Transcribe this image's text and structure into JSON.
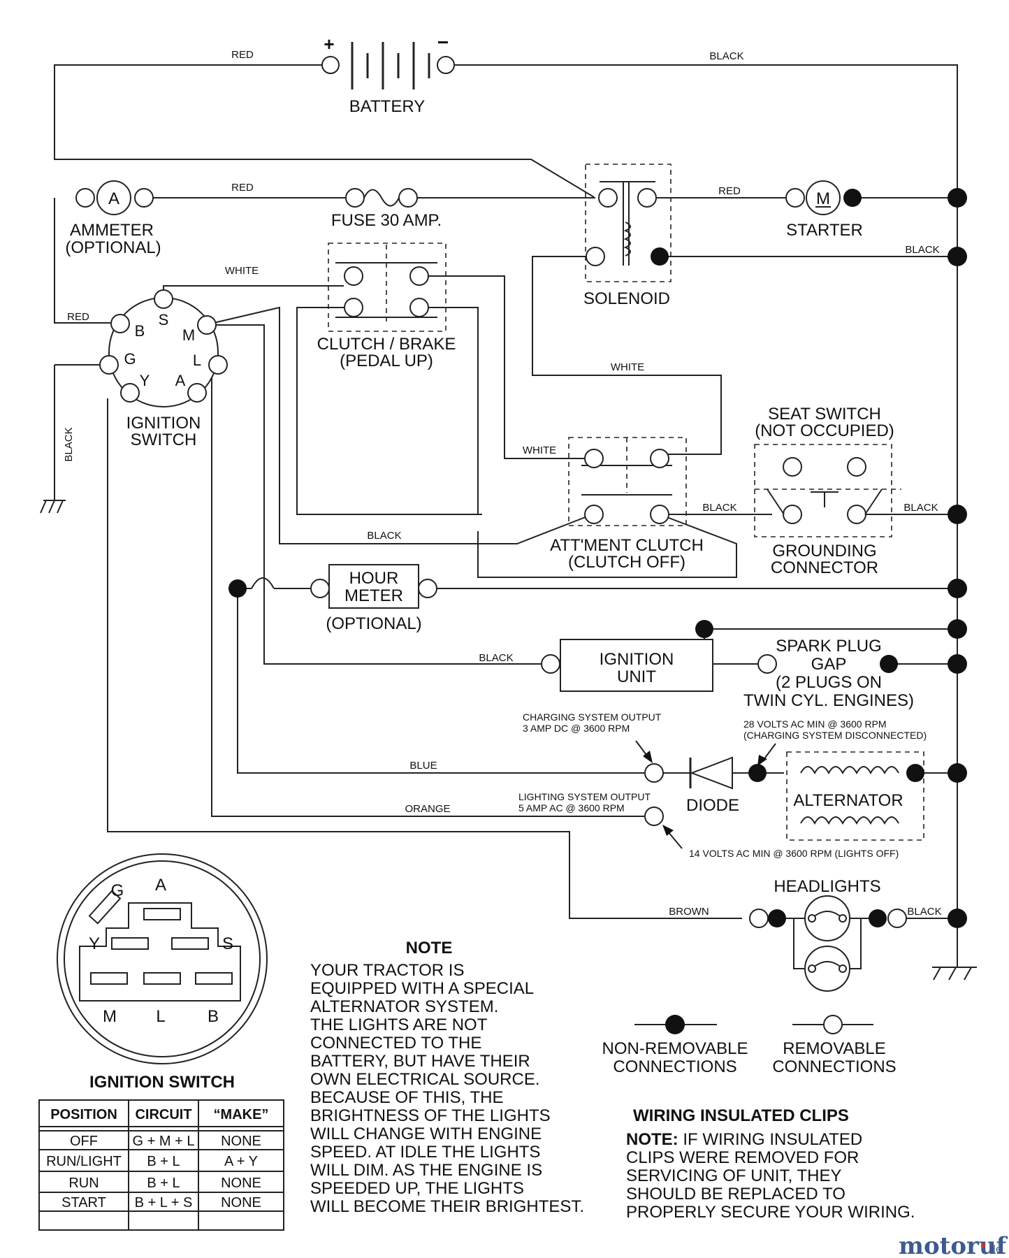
{
  "title": "",
  "components": {
    "battery": "BATTERY",
    "battery_pos": "+",
    "battery_neg": "−",
    "ammeter": "AMMETER",
    "ammeter_opt": "(OPTIONAL)",
    "ammeter_symbol": "A",
    "fuse": "FUSE 30 AMP.",
    "solenoid": "SOLENOID",
    "starter": "STARTER",
    "starter_symbol": "M",
    "clutch_brake_1": "CLUTCH / BRAKE",
    "clutch_brake_2": "(PEDAL UP)",
    "ignition_switch_1": "IGNITION",
    "ignition_switch_2": "SWITCH",
    "seat_switch_1": "SEAT SWITCH",
    "seat_switch_2": "(NOT OCCUPIED)",
    "attment_clutch_1": "ATT'MENT CLUTCH",
    "attment_clutch_2": "(CLUTCH OFF)",
    "grounding_connector_1": "GROUNDING",
    "grounding_connector_2": "CONNECTOR",
    "hour_meter_1": "HOUR",
    "hour_meter_2": "METER",
    "hour_meter_opt": "(OPTIONAL)",
    "ignition_unit_1": "IGNITION",
    "ignition_unit_2": "UNIT",
    "spark_plug_1": "SPARK PLUG",
    "spark_plug_2": "GAP",
    "spark_plug_3": "(2 PLUGS ON",
    "spark_plug_4": "TWIN CYL. ENGINES)",
    "diode": "DIODE",
    "alternator": "ALTERNATOR",
    "headlights": "HEADLIGHTS"
  },
  "switch_terminals": [
    "B",
    "S",
    "M",
    "G",
    "L",
    "Y",
    "A"
  ],
  "wires": {
    "red": "RED",
    "black": "BLACK",
    "white": "WHITE",
    "blue": "BLUE",
    "orange": "ORANGE",
    "brown": "BROWN"
  },
  "annotations": {
    "charging_1": "CHARGING SYSTEM OUTPUT",
    "charging_2": "3 AMP DC @ 3600 RPM",
    "volts28_1": "28 VOLTS AC MIN  @ 3600 RPM",
    "volts28_2": "(CHARGING SYSTEM DISCONNECTED)",
    "lighting_1": "LIGHTING SYSTEM OUTPUT",
    "lighting_2": "5 AMP AC @ 3600 RPM",
    "volts14": "14 VOLTS AC MIN  @ 3600 RPM (LIGHTS OFF)"
  },
  "switch_face": {
    "title": "IGNITION SWITCH",
    "labels": [
      "G",
      "A",
      "Y",
      "S",
      "M",
      "L",
      "B"
    ]
  },
  "switch_table": {
    "headers": [
      "POSITION",
      "CIRCUIT",
      "“MAKE”"
    ],
    "rows": [
      [
        "OFF",
        "G + M + L",
        "NONE"
      ],
      [
        "RUN/LIGHT",
        "B + L",
        "A + Y"
      ],
      [
        "RUN",
        "B + L",
        "NONE"
      ],
      [
        "START",
        "B + L + S",
        "NONE"
      ]
    ]
  },
  "note": {
    "title": "NOTE",
    "lines": [
      "YOUR TRACTOR IS",
      "EQUIPPED WITH A SPECIAL",
      "ALTERNATOR SYSTEM.",
      "THE LIGHTS ARE NOT",
      "CONNECTED TO THE",
      "BATTERY, BUT HAVE THEIR",
      "OWN ELECTRICAL SOURCE.",
      "BECAUSE OF THIS, THE",
      "BRIGHTNESS OF THE LIGHTS",
      "WILL CHANGE WITH ENGINE",
      "SPEED.  AT IDLE THE LIGHTS",
      "WILL DIM.  AS THE ENGINE IS",
      "SPEEDED UP, THE LIGHTS",
      "WILL BECOME THEIR BRIGHTEST."
    ]
  },
  "legend": {
    "nonremovable_1": "NON-REMOVABLE",
    "nonremovable_2": "CONNECTIONS",
    "removable_1": "REMOVABLE",
    "removable_2": "CONNECTIONS"
  },
  "clips": {
    "title": "WIRING INSULATED CLIPS",
    "note_label": "NOTE:",
    "line1": " IF WIRING INSULATED",
    "lines": [
      "CLIPS WERE REMOVED FOR",
      "SERVICING OF UNIT, THEY",
      "SHOULD BE REPLACED TO",
      "PROPERLY SECURE YOUR WIRING."
    ]
  },
  "watermark": {
    "main": "motoruf",
    "dot": "·",
    "suffix": "de"
  }
}
